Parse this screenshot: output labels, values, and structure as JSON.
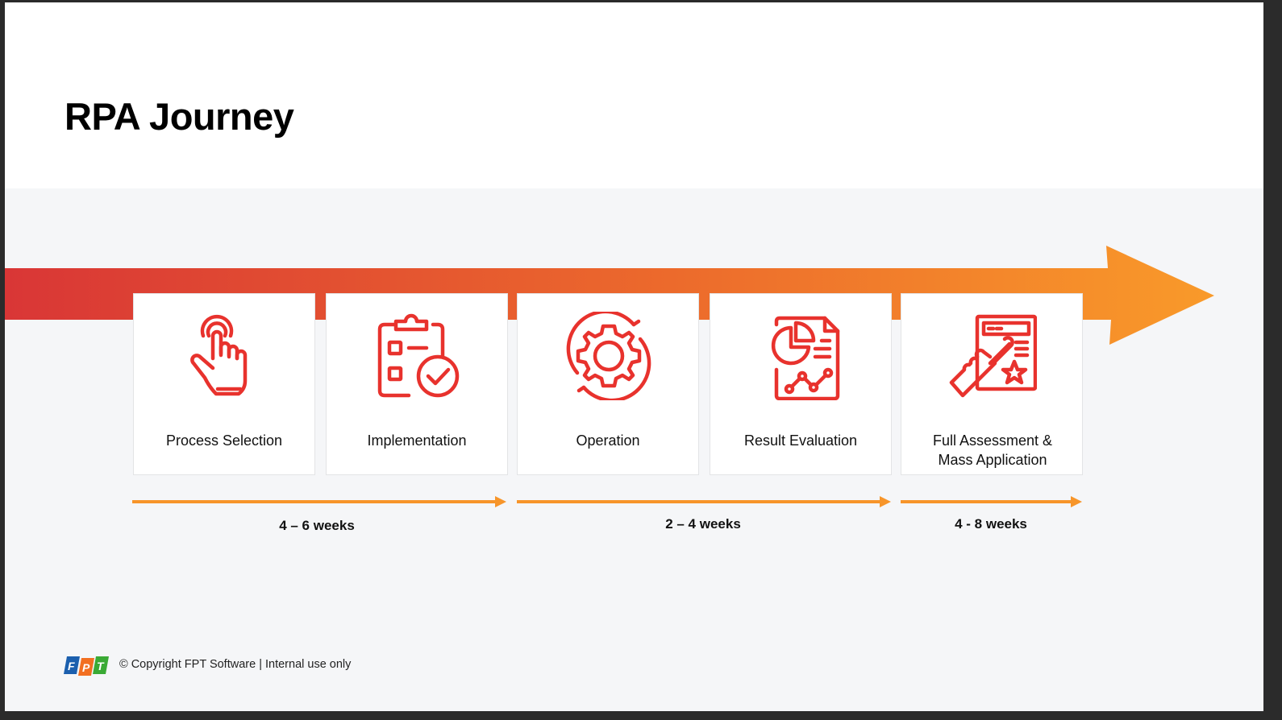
{
  "title": "RPA Journey",
  "colors": {
    "arrow_start": "#d93636",
    "arrow_end": "#f99a2a",
    "icon": "#e8322d",
    "timeline": "#f7952a"
  },
  "steps": [
    {
      "label": "Process Selection",
      "icon": "hand-touch-icon"
    },
    {
      "label": "Implementation",
      "icon": "clipboard-check-icon"
    },
    {
      "label": "Operation",
      "icon": "gear-cycle-icon"
    },
    {
      "label": "Result Evaluation",
      "icon": "report-chart-icon"
    },
    {
      "label": "Full Assessment & Mass Application",
      "icon": "browser-pointer-icon"
    }
  ],
  "durations": [
    "4 – 6 weeks",
    "2 – 4 weeks",
    "4 - 8 weeks"
  ],
  "footer": {
    "logo_text": "FPT",
    "copyright": "© Copyright FPT Software | Internal use only"
  }
}
